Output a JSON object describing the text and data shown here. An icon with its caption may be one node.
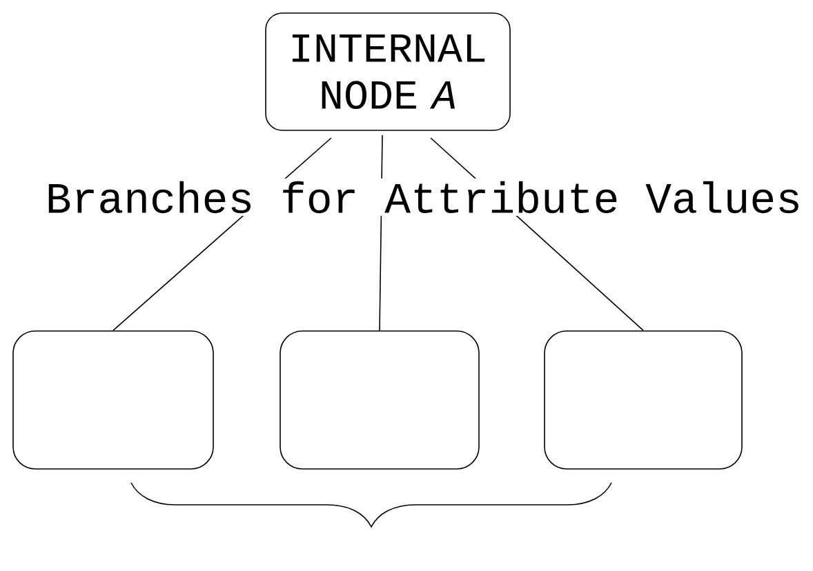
{
  "diagram": {
    "nodes": [
      {
        "text": [
          "INTERNAL NODE *A*"
        ]
      },
      {
        "text": [],
        "shape": "box"
      },
      {
        "text": [],
        "shape": "box"
      },
      {
        "text": [],
        "shape": "box"
      }
    ],
    "edges": [
      {
        "from": 0,
        "to": 1,
        "arrow": "none"
      },
      {
        "from": 0,
        "to": 2,
        "arrow": "none"
      },
      {
        "from": 0,
        "to": 3,
        "arrow": "none"
      }
    ],
    "labels": [
      "Branches for Attribute Values"
    ]
  }
}
